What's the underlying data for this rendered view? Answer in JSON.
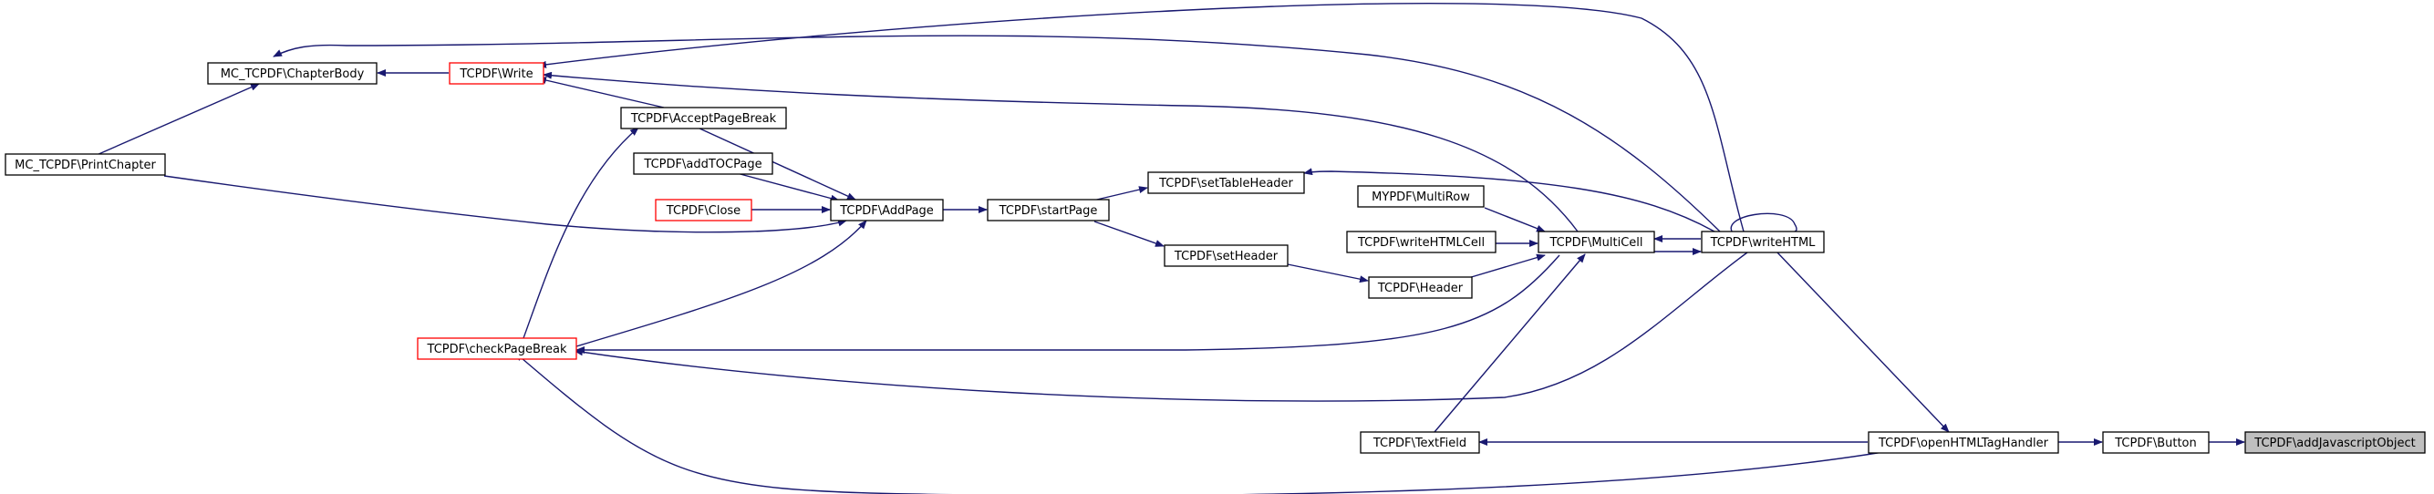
{
  "diagram": {
    "colors": {
      "edge": "#191970",
      "node_border": "#000000",
      "node_border_truncated": "#ff0000",
      "node_fill": "#ffffff",
      "current_fill": "#bfbfbf"
    },
    "nodes": [
      {
        "id": "addJavascriptObject",
        "label": "TCPDF\\addJavascriptObject",
        "style": "current"
      },
      {
        "id": "Button",
        "label": "TCPDF\\Button",
        "style": "normal"
      },
      {
        "id": "openHTMLTagHandler",
        "label": "TCPDF\\openHTMLTagHandler",
        "style": "normal"
      },
      {
        "id": "TextField",
        "label": "TCPDF\\TextField",
        "style": "normal"
      },
      {
        "id": "writeHTML",
        "label": "TCPDF\\writeHTML",
        "style": "normal"
      },
      {
        "id": "MultiCell",
        "label": "TCPDF\\MultiCell",
        "style": "normal"
      },
      {
        "id": "MultiRow",
        "label": "MYPDF\\MultiRow",
        "style": "normal"
      },
      {
        "id": "writeHTMLCell",
        "label": "TCPDF\\writeHTMLCell",
        "style": "normal"
      },
      {
        "id": "Header",
        "label": "TCPDF\\Header",
        "style": "normal"
      },
      {
        "id": "setHeader",
        "label": "TCPDF\\setHeader",
        "style": "normal"
      },
      {
        "id": "setTableHeader",
        "label": "TCPDF\\setTableHeader",
        "style": "normal"
      },
      {
        "id": "startPage",
        "label": "TCPDF\\startPage",
        "style": "normal"
      },
      {
        "id": "AddPage",
        "label": "TCPDF\\AddPage",
        "style": "normal"
      },
      {
        "id": "Close",
        "label": "TCPDF\\Close",
        "style": "truncated"
      },
      {
        "id": "addTOCPage",
        "label": "TCPDF\\addTOCPage",
        "style": "normal"
      },
      {
        "id": "AcceptPageBreak",
        "label": "TCPDF\\AcceptPageBreak",
        "style": "normal"
      },
      {
        "id": "checkPageBreak",
        "label": "TCPDF\\checkPageBreak",
        "style": "truncated"
      },
      {
        "id": "Write",
        "label": "TCPDF\\Write",
        "style": "truncated"
      },
      {
        "id": "ChapterBody",
        "label": "MC_TCPDF\\ChapterBody",
        "style": "normal"
      },
      {
        "id": "PrintChapter",
        "label": "MC_TCPDF\\PrintChapter",
        "style": "normal"
      }
    ]
  }
}
